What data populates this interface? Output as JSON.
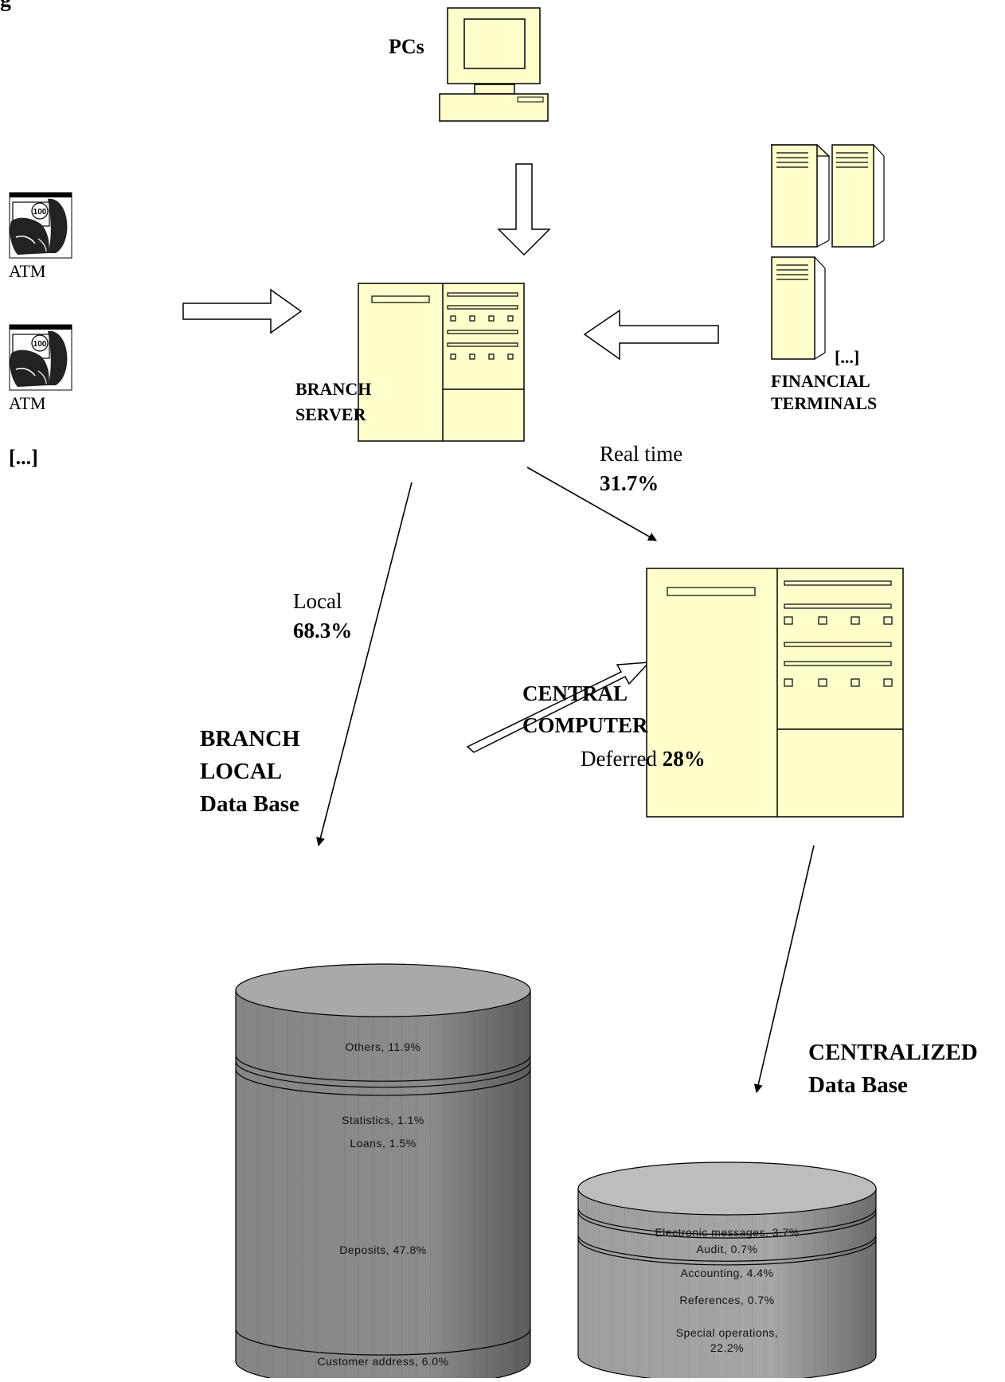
{
  "heading_fragment": "g",
  "devices": {
    "pcs_label": "PCs",
    "atm_label_1": "ATM",
    "atm_label_2": "ATM",
    "atm_ellipsis": "[...]",
    "atm_note_value": "100",
    "terminals_ellipsis": "[...]",
    "terminals_line1": "FINANCIAL",
    "terminals_line2": "TERMINALS",
    "branch_server_line1": "BRANCH",
    "branch_server_line2": "SERVER",
    "central_line1": "CENTRAL",
    "central_line2": "COMPUTER"
  },
  "flows": {
    "real_time_label": "Real time",
    "real_time_value": "31.7%",
    "local_label": "Local",
    "local_value": "68.3%",
    "deferred_label": "Deferred",
    "deferred_value": "28%"
  },
  "databases": {
    "branch_line1": "BRANCH",
    "branch_line2": "LOCAL",
    "branch_line3": "Data Base",
    "central_line1": "CENTRALIZED",
    "central_line2": "Data Base"
  },
  "chart_data": [
    {
      "type": "stacked-cylinder",
      "segments": [
        {
          "label": "Others, 11.9%",
          "value": 11.9
        },
        {
          "label": "Statistics, 1.1%",
          "value": 1.1
        },
        {
          "label": "Loans, 1.5%",
          "value": 1.5
        },
        {
          "label": "Deposits, 47.8%",
          "value": 47.8
        },
        {
          "label": "Customer address, 6.0%",
          "value": 6.0
        }
      ]
    },
    {
      "type": "stacked-cylinder",
      "segments": [
        {
          "label": "Electronic messages, 3.7%",
          "value": 3.7
        },
        {
          "label": "Audit, 0.7%",
          "value": 0.7
        },
        {
          "label": "Accounting, 4.4%",
          "value": 4.4
        },
        {
          "label": "References, 0.7%",
          "value": 0.7
        },
        {
          "label": "Special operations, 22.2%",
          "value": 22.2
        }
      ]
    }
  ],
  "colors": {
    "device_fill": "#ffffcc",
    "cylinder_body": "#8c8c8c",
    "cylinder_top": "#a9a9a9",
    "cylinder_small_body": "#a6a6a6",
    "cylinder_small_top": "#bdbdbd"
  }
}
